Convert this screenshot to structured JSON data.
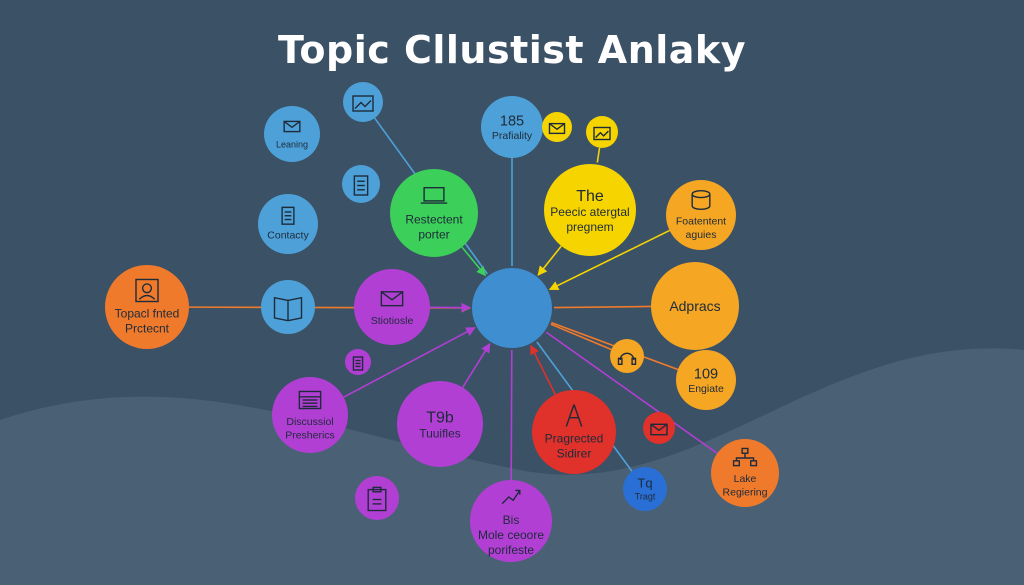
{
  "title": "Topic Cllustist Anlaky",
  "colors": {
    "background": "#3b5166",
    "background_wave": "#4a6075",
    "hub": "#3e8ed0",
    "blue": "#4ea1d8",
    "green": "#3ccf5a",
    "yellow": "#f5d400",
    "orange": "#f07a2c",
    "amber": "#f5a623",
    "purple": "#b23fd4",
    "red": "#e0312b",
    "navy": "#2a6fd6"
  },
  "nodes": [
    {
      "id": "hub",
      "color": "hub",
      "icon": "",
      "lines": []
    },
    {
      "id": "n185",
      "color": "blue",
      "icon": "",
      "lines": [
        "185",
        "Prafiality"
      ]
    },
    {
      "id": "learning",
      "color": "blue",
      "icon": "email-icon",
      "lines": [
        "Leaning"
      ]
    },
    {
      "id": "image-small",
      "color": "blue",
      "icon": "image-icon",
      "lines": []
    },
    {
      "id": "doc-small",
      "color": "blue",
      "icon": "document-icon",
      "lines": []
    },
    {
      "id": "contacty",
      "color": "blue",
      "icon": "document-icon",
      "lines": [
        "Contacty"
      ]
    },
    {
      "id": "book-small",
      "color": "blue",
      "icon": "book-icon",
      "lines": []
    },
    {
      "id": "research",
      "color": "green",
      "icon": "laptop-icon",
      "lines": [
        "Restectent",
        "porter"
      ]
    },
    {
      "id": "the",
      "color": "yellow",
      "icon": "",
      "lines": [
        "The",
        "Peecic atergtal",
        "pregnem"
      ]
    },
    {
      "id": "mail-yellow",
      "color": "yellow",
      "icon": "email-icon",
      "lines": []
    },
    {
      "id": "image-yellow",
      "color": "yellow",
      "icon": "image-icon",
      "lines": []
    },
    {
      "id": "foatentent",
      "color": "amber",
      "icon": "database-icon",
      "lines": [
        "Foatentent",
        "aguies"
      ]
    },
    {
      "id": "adpracs",
      "color": "amber",
      "icon": "",
      "lines": [
        "Adpracs"
      ]
    },
    {
      "id": "headphones",
      "color": "amber",
      "icon": "headphones-icon",
      "lines": []
    },
    {
      "id": "n109",
      "color": "amber",
      "icon": "",
      "lines": [
        "109",
        "Engiate"
      ]
    },
    {
      "id": "topical",
      "color": "orange",
      "icon": "person-icon",
      "lines": [
        "Topacl fnted",
        "Prctecnt"
      ]
    },
    {
      "id": "lake",
      "color": "orange",
      "icon": "network-icon",
      "lines": [
        "Lake",
        "Regiering"
      ]
    },
    {
      "id": "stiotiosle",
      "color": "purple",
      "icon": "email-icon",
      "lines": [
        "Stiotiosle"
      ]
    },
    {
      "id": "purple-small",
      "color": "purple",
      "icon": "document-icon",
      "lines": []
    },
    {
      "id": "discussion",
      "color": "purple",
      "icon": "calendar-icon",
      "lines": [
        "Discussiol",
        "Presherics"
      ]
    },
    {
      "id": "t9b",
      "color": "purple",
      "icon": "",
      "lines": [
        "T9b",
        "Tuuifles"
      ]
    },
    {
      "id": "clipboard",
      "color": "purple",
      "icon": "clipboard-icon",
      "lines": []
    },
    {
      "id": "mole",
      "color": "purple",
      "icon": "chart-icon",
      "lines": [
        "Bis",
        "Mole ceoore",
        "porifeste"
      ]
    },
    {
      "id": "pragrected",
      "color": "red",
      "icon": "compass-icon",
      "lines": [
        "Pragrected",
        "Sidirer"
      ]
    },
    {
      "id": "mail-red",
      "color": "red",
      "icon": "email-icon",
      "lines": []
    },
    {
      "id": "tq",
      "color": "navy",
      "icon": "",
      "lines": [
        "Tq",
        "Tragt"
      ]
    }
  ]
}
